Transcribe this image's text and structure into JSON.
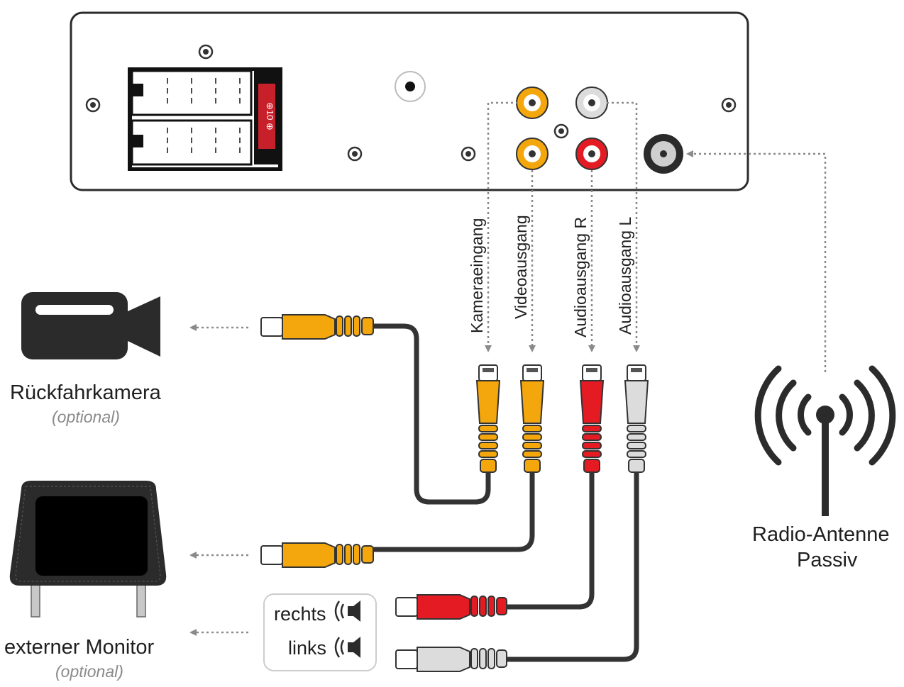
{
  "connector_labels": {
    "kamera": "Kameraeingang",
    "video": "Videoausgang",
    "audio_r": "Audioausgang R",
    "audio_l": "Audioausgang L"
  },
  "plug_marking": "⊕10 ⊕",
  "devices": {
    "camera": {
      "name": "Rückfahrkamera",
      "note": "(optional)",
      "icon": "video-camera-icon"
    },
    "monitor": {
      "name": "externer Monitor",
      "note": "(optional)",
      "icon": "monitor-icon"
    },
    "antenna": {
      "name_line1": "Radio-Antenne",
      "name_line2": "Passiv",
      "icon": "radio-antenna-icon"
    }
  },
  "speaker_legend": {
    "right": "rechts",
    "left": "links",
    "icon": "speaker-icon"
  },
  "colors": {
    "yellow": "#f4a70c",
    "red": "#e41b23",
    "white": "#dcdcdc",
    "cable": "#333333",
    "dark_device": "#2b2b2b"
  }
}
